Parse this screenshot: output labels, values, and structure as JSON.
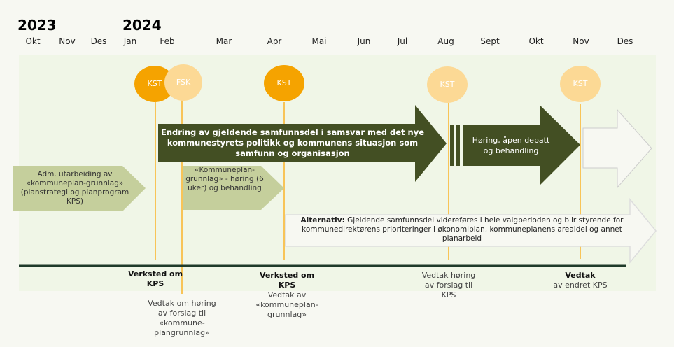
{
  "years": [
    "2023",
    "2024"
  ],
  "months": [
    "Okt",
    "Nov",
    "Des",
    "Jan",
    "Feb",
    "Mar",
    "Apr",
    "Mai",
    "Jun",
    "Jul",
    "Aug",
    "Sept",
    "Okt",
    "Nov",
    "Des"
  ],
  "milestones": [
    {
      "label": "KST",
      "color": "#f5a300"
    },
    {
      "label": "FSK",
      "color": "#fcd995"
    },
    {
      "label": "KST",
      "color": "#f5a300"
    },
    {
      "label": "KST",
      "color": "#fcd995"
    },
    {
      "label": "KST",
      "color": "#fcd995"
    }
  ],
  "arrows": {
    "main": "Endring av gjeldende samfunnsdel i samsvar med det nye kommunestyrets politikk og kommunens situasjon som samfunn og organisasjon",
    "hearing": "Høring, åpen debatt og behandling",
    "adm": "Adm. utarbeiding av «kommuneplan-grunnlag» (planstrategi og planprogram KPS)",
    "grunnlag": "«Kommuneplan-grunnlag»  - høring (6 uker) og behandling",
    "alt_bold": "Alternativ:",
    "alt_text": "Gjeldende samfunnsdel videreføres i hele valgperioden og blir styrende for kommunedirektørens prioriteringer i økonomiplan, kommuneplanens arealdel og annet planarbeid"
  },
  "events": [
    {
      "bold": "Verksted om KPS",
      "text": ""
    },
    {
      "bold": "",
      "text": "Vedtak om høring av forslag til  «kommune-plangrunnlag»"
    },
    {
      "bold": "Verksted om KPS",
      "text": "Vedtak av «kommuneplan-grunnlag»"
    },
    {
      "bold": "",
      "text": "Vedtak høring av forslag til KPS"
    },
    {
      "bold": "Vedtak",
      "text": "av endret KPS"
    }
  ],
  "colors": {
    "dark_green": "#434f23",
    "light_green": "#c5cf9c",
    "orange": "#f5a300",
    "light_orange": "#fcd995",
    "timeline": "#1f3a2a"
  }
}
